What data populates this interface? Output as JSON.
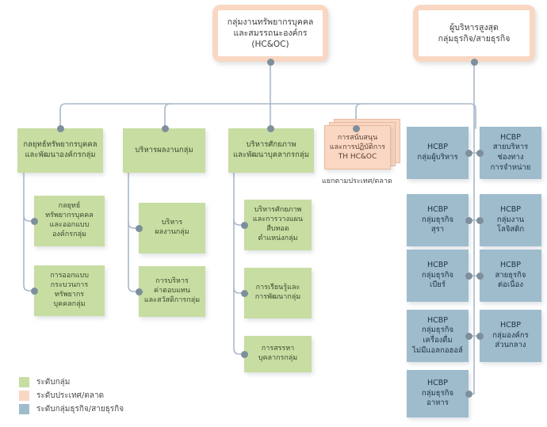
{
  "diagram": {
    "title": "HC&OC Organization Structure",
    "colors": {
      "group_level": "#c7dda2",
      "country_market_level": "#f9d7c2",
      "business_group_level": "#9fbccd",
      "connector": "#aab8c8",
      "dot": "#7e8f9c"
    }
  },
  "roots": [
    {
      "id": "hcoc",
      "label": "กลุ่มงานทรัพยากรบุคคล\nและสมรรถนะองค์กร\n(HC&OC)"
    },
    {
      "id": "exec",
      "label": "ผู้บริหารสูงสุด\nกลุ่มธุรกิจ/สายธุรกิจ"
    }
  ],
  "columns": [
    {
      "id": "col-hr-strategy",
      "head": "กลยุทธ์ทรัพยากรบุคคล\nและพัฒนาองค์กรกลุ่ม",
      "children": [
        "กลยุทธ์\nทรัพยากรบุคคล\nและออกแบบ\nองค์กรกลุ่ม",
        "การออกแบบ\nกระบวนการ\nทรัพยากร\nบุคคลกลุ่ม"
      ]
    },
    {
      "id": "col-performance",
      "head": "บริหารผลงานกลุ่ม",
      "children": [
        "บริหาร\nผลงานกลุ่ม",
        "การบริหาร\nค่าตอบแทน\nและสวัสดิการกลุ่ม"
      ]
    },
    {
      "id": "col-talent",
      "head": "บริหารศักยภาพ\nและพัฒนาบุคลากรกลุ่ม",
      "children": [
        "บริหารศักยภาพ\nและการวางแผน\nสืบทอด\nตำแหน่งกลุ่ม",
        "การเรียนรู้และ\nการพัฒนากลุ่ม",
        "การสรรหา\nบุคลากรกลุ่ม"
      ]
    }
  ],
  "stack_node": {
    "id": "support-ops",
    "label": "การสนับสนุน\nและการปฏิบัติการ\nTH HC&OC",
    "caption": "แยกตามประเทศ/ตลาด"
  },
  "hcbp": {
    "left": [
      "HCBP\nกลุ่มผู้บริหาร",
      "HCBP\nกลุ่มธุรกิจ\nสุรา",
      "HCBP\nกลุ่มธุรกิจ\nเบียร์",
      "HCBP\nกลุ่มธุรกิจ\nเครื่องดื่ม\nไม่มีแอลกอฮอล์",
      "HCBP\nกลุ่มธุรกิจ\nอาหาร"
    ],
    "right": [
      "HCBP\nสายบริหาร\nช่องทาง\nการจำหน่าย",
      "HCBP\nกลุ่มงาน\nโลจิสติก",
      "HCBP\nสายธุรกิจ\nต่อเนื่อง",
      "HCBP\nกลุ่มองค์กร\nส่วนกลาง"
    ]
  },
  "legend": [
    {
      "swatch": "#c7dda2",
      "label": "ระดับกลุ่ม"
    },
    {
      "swatch": "#f9d7c2",
      "label": "ระดับประเทศ/ตลาด"
    },
    {
      "swatch": "#9fbccd",
      "label": "ระดับกลุ่มธุรกิจ/สายธุรกิจ"
    }
  ]
}
